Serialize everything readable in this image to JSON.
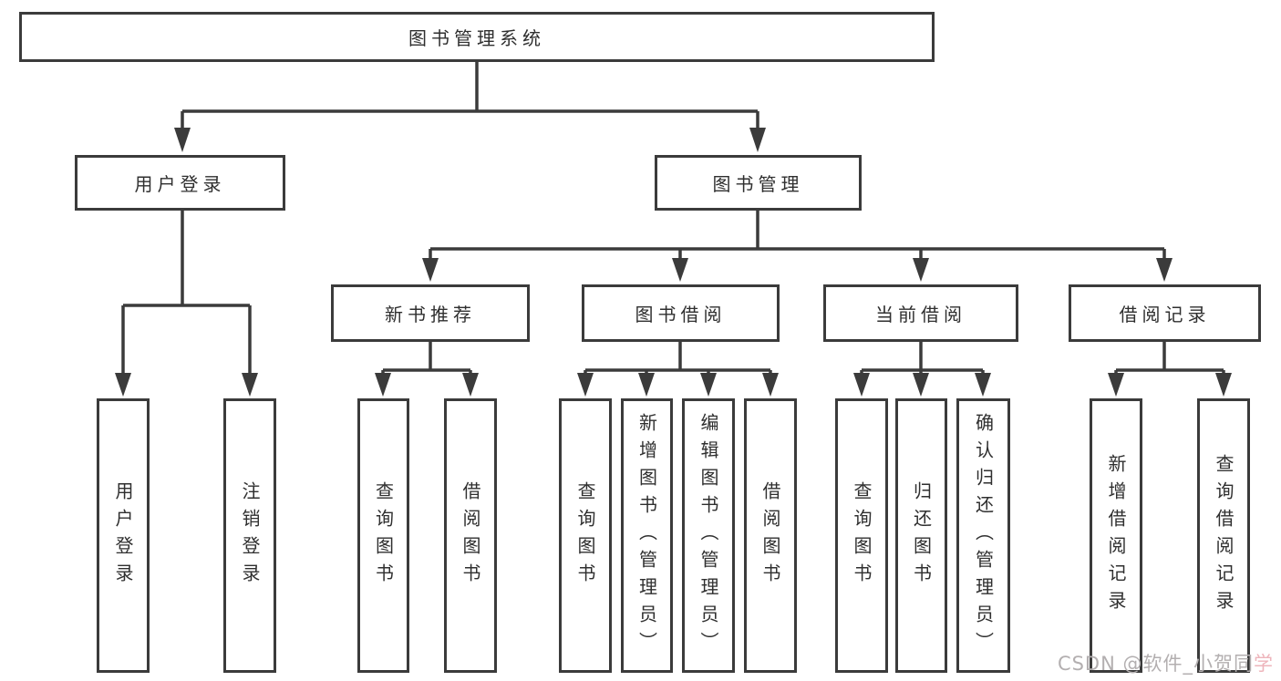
{
  "diagram": {
    "root": "图书管理系统",
    "level2": [
      {
        "label": "用户登录",
        "children": [
          "用户登录",
          "注销登录"
        ]
      },
      {
        "label": "图书管理"
      }
    ],
    "level3": [
      {
        "label": "新书推荐",
        "children": [
          "查询图书",
          "借阅图书"
        ]
      },
      {
        "label": "图书借阅",
        "children": [
          "查询图书",
          "新增图书（管理员）",
          "编辑图书（管理员）",
          "借阅图书"
        ]
      },
      {
        "label": "当前借阅",
        "children": [
          "查询图书",
          "归还图书",
          "确认归还（管理员）"
        ]
      },
      {
        "label": "借阅记录",
        "children": [
          "新增借阅记录",
          "查询借阅记录"
        ]
      }
    ]
  },
  "watermark": {
    "gray_part": "CSDN @软件_小贺同",
    "pink_part": "学"
  },
  "colors": {
    "line": "#3b3b3b",
    "box_border": "#3b3b3b",
    "box_fill": "#ffffff",
    "text": "#2f2f2f",
    "watermark_gray": "#b3afb0",
    "watermark_pink": "#eeb4bb"
  }
}
